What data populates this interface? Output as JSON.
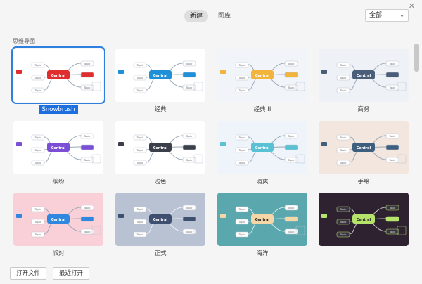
{
  "window": {
    "close_glyph": "✕"
  },
  "tabs": [
    {
      "label": "新建",
      "active": true
    },
    {
      "label": "图库",
      "active": false
    }
  ],
  "filter": {
    "selected": "全部"
  },
  "section_title": "思维导图",
  "templates": [
    {
      "label": "Snowbrush",
      "bg": "#ffffff",
      "accent": "#e02e2e",
      "selected": true
    },
    {
      "label": "经典",
      "bg": "#ffffff",
      "accent": "#1f8fd8",
      "selected": false
    },
    {
      "label": "经典 II",
      "bg": "#f1f4f9",
      "accent": "#f2b43d",
      "selected": false
    },
    {
      "label": "商务",
      "bg": "#eef2f6",
      "accent": "#4a5e7a",
      "selected": false
    },
    {
      "label": "缤纷",
      "bg": "#ffffff",
      "accent": "#7a4fd6",
      "selected": false
    },
    {
      "label": "浅色",
      "bg": "#ffffff",
      "accent": "#3a3f4a",
      "selected": false
    },
    {
      "label": "清爽",
      "bg": "#eef4fa",
      "accent": "#58c1d3",
      "selected": false
    },
    {
      "label": "手绘",
      "bg": "#f3e6df",
      "accent": "#3f5f7f",
      "selected": false
    },
    {
      "label": "派对",
      "bg": "#f9cfd8",
      "accent": "#2f87e0",
      "selected": false
    },
    {
      "label": "正式",
      "bg": "#b8c2d3",
      "accent": "#3f4f6f",
      "selected": false
    },
    {
      "label": "海洋",
      "bg": "#5aa8ae",
      "accent": "#f5d6a6",
      "selected": false
    },
    {
      "label": "",
      "bg": "#2e2230",
      "accent": "#b6e36b",
      "selected": false
    }
  ],
  "node_text": {
    "central": "Central",
    "topic": "Topic"
  },
  "footer": {
    "open_file": "打开文件",
    "recent": "最近打开"
  }
}
